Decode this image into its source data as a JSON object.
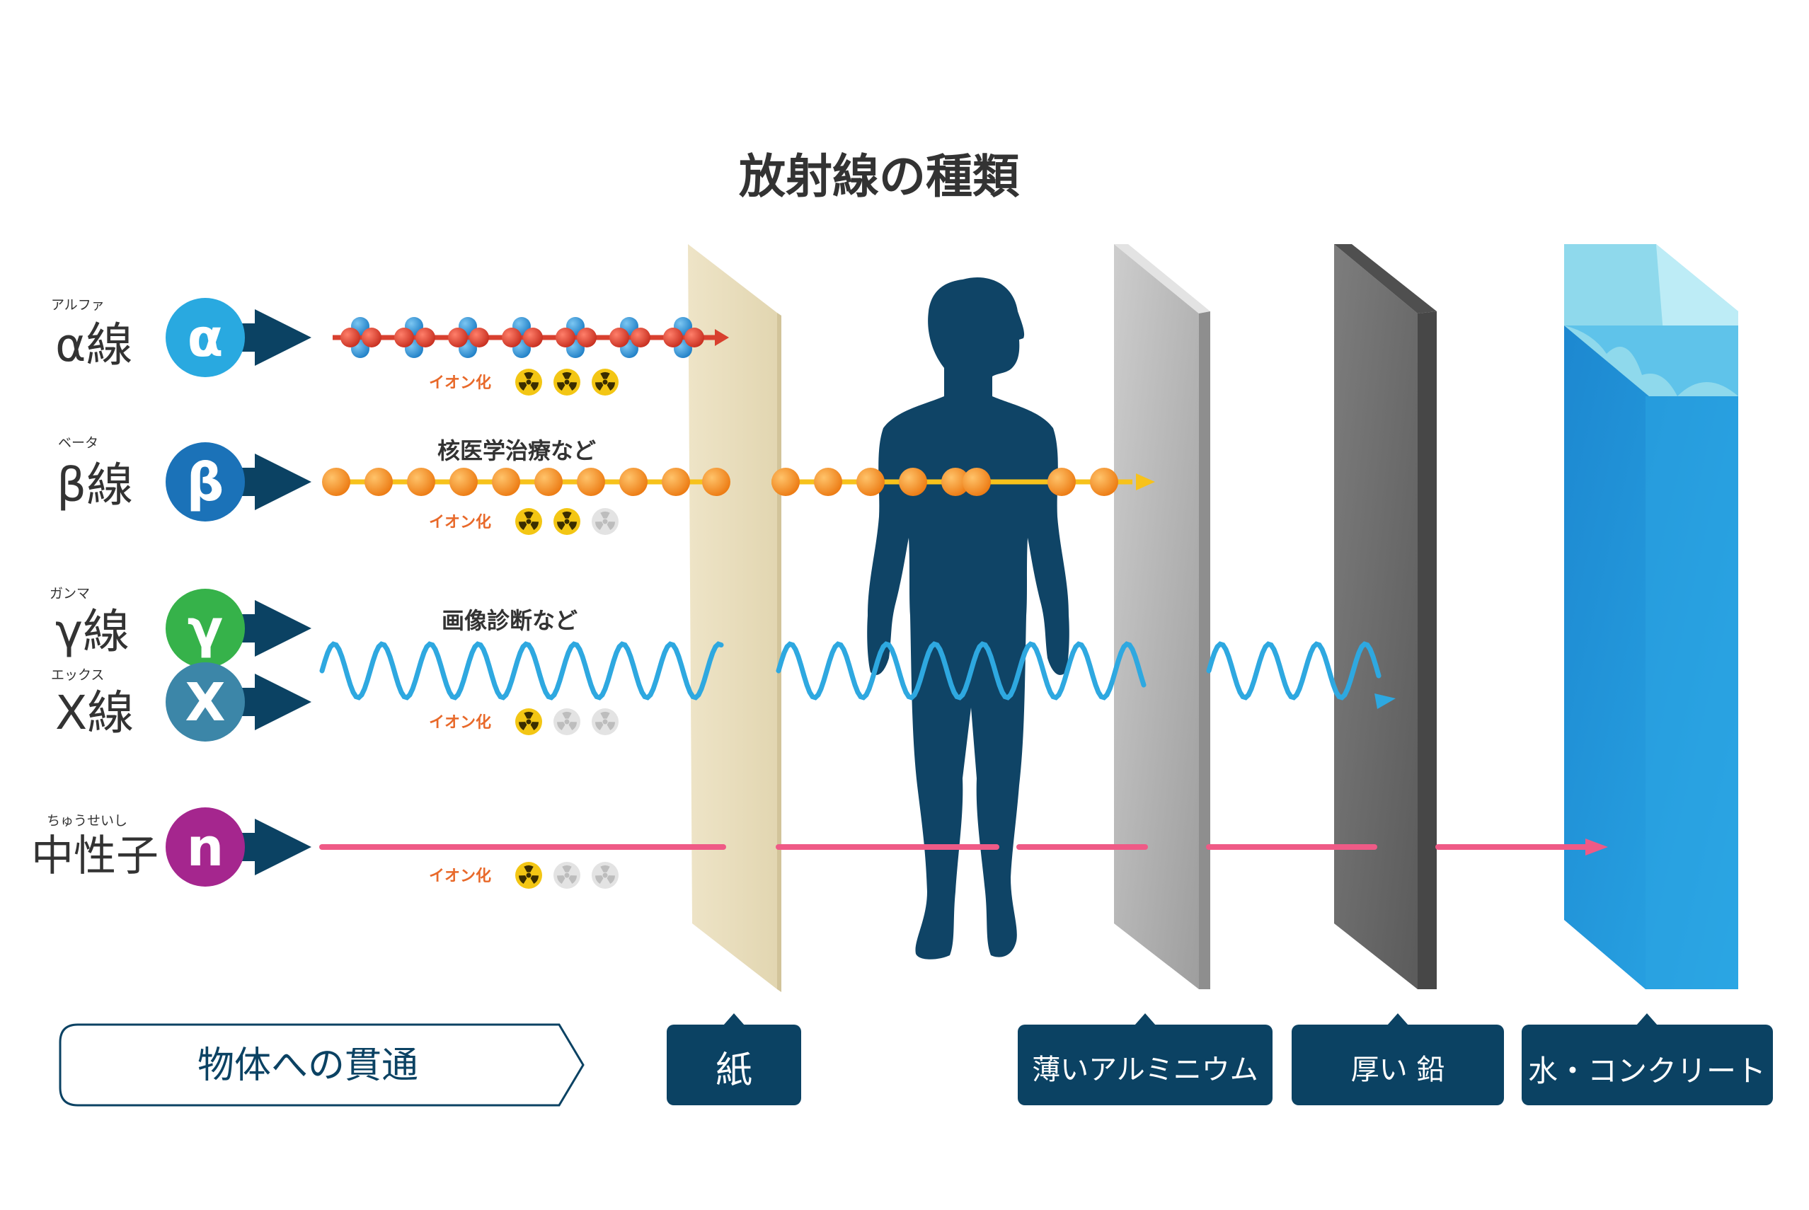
{
  "title": "放射線の種類",
  "rays": [
    {
      "ruby": "アルファ",
      "name": "α線",
      "symbol": "α",
      "color": "#29a9e0",
      "ionize_label": "イオン化",
      "ionize_level": 3
    },
    {
      "ruby": "ベータ",
      "name": "β線",
      "symbol": "β",
      "color": "#1b72b8",
      "ionize_label": "イオン化",
      "ionize_level": 2,
      "note": "核医学治療など"
    },
    {
      "ruby": "ガンマ",
      "name": "γ線",
      "symbol": "γ",
      "color": "#36b24a",
      "note": "画像診断など"
    },
    {
      "ruby": "エックス",
      "name": "X線",
      "symbol": "X",
      "color": "#3c86a8",
      "ionize_label": "イオン化",
      "ionize_level": 1
    },
    {
      "ruby": "ちゅうせいし",
      "name": "中性子",
      "symbol": "n",
      "color": "#a5268e",
      "ionize_label": "イオン化",
      "ionize_level": 1
    }
  ],
  "penetration_label": "物体への貫通",
  "materials": [
    {
      "label": "紙"
    },
    {
      "label": "薄いアルミニウム"
    },
    {
      "label": "厚い 鉛"
    },
    {
      "label": "水・コンクリート"
    }
  ],
  "colors": {
    "navy": "#0b4263",
    "alpha_red": "#d8402f",
    "alpha_blue": "#2e90d6",
    "beta_orange": "#f08a24",
    "beta_yellow": "#f7c21b",
    "gamma_blue": "#2ea8e0",
    "neutron_pink": "#ef5a86",
    "ionize_orange": "#e8692a",
    "radiation_yellow": "#f3c614",
    "paper": "#ece2c4",
    "aluminium": "#bdbdbd",
    "lead": "#6b6b6b",
    "water": "#1f8fd3"
  }
}
